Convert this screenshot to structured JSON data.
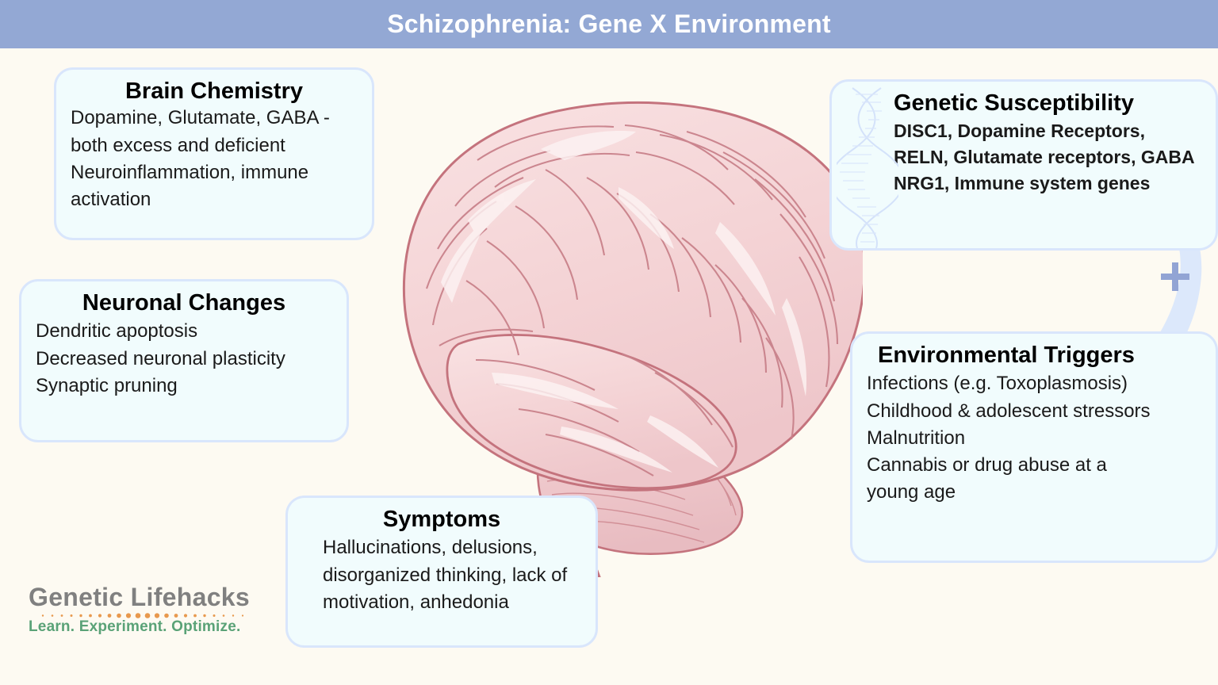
{
  "header": {
    "title": "Schizophrenia: Gene X Environment",
    "bar_color": "#93a8d4",
    "title_color": "#ffffff"
  },
  "background_color": "#fdfaf2",
  "card_style": {
    "fill": "#f1fcfd",
    "border": "#d9e6fc"
  },
  "cards": [
    {
      "id": "brain-chemistry",
      "title": "Brain Chemistry",
      "lines": [
        "Dopamine, Glutamate, GABA -",
        "both excess and deficient",
        "Neuroinflammation, immune",
        "activation"
      ]
    },
    {
      "id": "genetic-susceptibility",
      "title": "Genetic Susceptibility",
      "lines": [
        "DISC1,  Dopamine Receptors,",
        "RELN,  Glutamate receptors, GABA",
        "NRG1, Immune system genes"
      ]
    },
    {
      "id": "neuronal-changes",
      "title": "Neuronal Changes",
      "lines": [
        "Dendritic apoptosis",
        "Decreased neuronal plasticity",
        "Synaptic pruning"
      ]
    },
    {
      "id": "environmental-triggers",
      "title": "Environmental Triggers",
      "lines": [
        "Infections (e.g. Toxoplasmosis)",
        "Childhood & adolescent stressors",
        "Malnutrition",
        "Cannabis or drug abuse at a",
        "young age"
      ]
    },
    {
      "id": "symptoms",
      "title": "Symptoms",
      "lines": [
        "Hallucinations, delusions,",
        "disorganized thinking, lack of",
        "motivation, anhedonia"
      ]
    }
  ],
  "connector": {
    "plus_symbol": "+",
    "arrow_color": "#dce8fb",
    "plus_color": "#92a4d4"
  },
  "illustration": {
    "name": "human-brain-lateral-view",
    "fill": "#f6d9da",
    "outline": "#c4737d"
  },
  "logo": {
    "brand": "Genetic Lifehacks",
    "tagline": "Learn. Experiment. Optimize.",
    "brand_color": "#808080",
    "tagline_color": "#5aa277",
    "dot_color": "#e8994e"
  }
}
